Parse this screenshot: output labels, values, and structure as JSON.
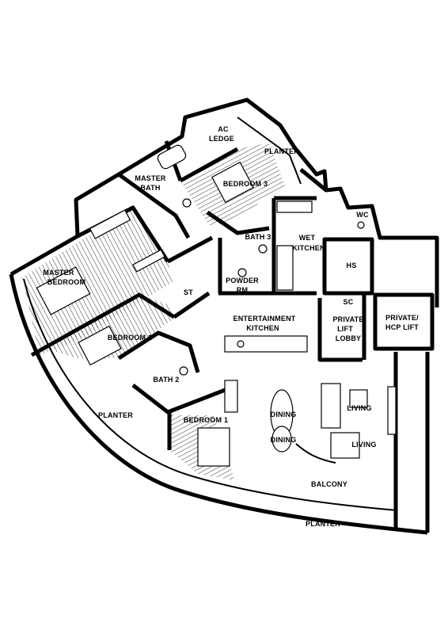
{
  "rooms": {
    "ac_ledge_1": "AC",
    "ac_ledge_2": "LEDGE",
    "planter_top": "PLANTER",
    "master_bath_1": "MASTER",
    "master_bath_2": "BATH",
    "bedroom_3": "BEDROOM 3",
    "bath_3": "BATH 3",
    "wet_kitchen_1": "WET",
    "wet_kitchen_2": "KITCHEN",
    "wc": "WC",
    "hs": "HS",
    "master_bedroom_1": "MASTER",
    "master_bedroom_2": "BEDROOM",
    "powder_rm_1": "POWDER",
    "powder_rm_2": "RM",
    "st": "ST",
    "sc": "SC",
    "private_lift_lobby_1": "PRIVATE",
    "private_lift_lobby_2": "LIFT",
    "private_lift_lobby_3": "LOBBY",
    "private_hcp_lift_1": "PRIVATE/",
    "private_hcp_lift_2": "HCP LIFT",
    "entertainment_kitchen_1": "ENTERTAINMENT",
    "entertainment_kitchen_2": "KITCHEN",
    "bedroom_2": "BEDROOM 2",
    "bath_2": "BATH 2",
    "planter_left": "PLANTER",
    "bedroom_1": "BEDROOM 1",
    "dining_1": "DINING",
    "dining_2": "DINING",
    "living_1": "LIVING",
    "living_2": "LIVING",
    "balcony": "BALCONY",
    "planter_bottom": "PLANTER"
  }
}
